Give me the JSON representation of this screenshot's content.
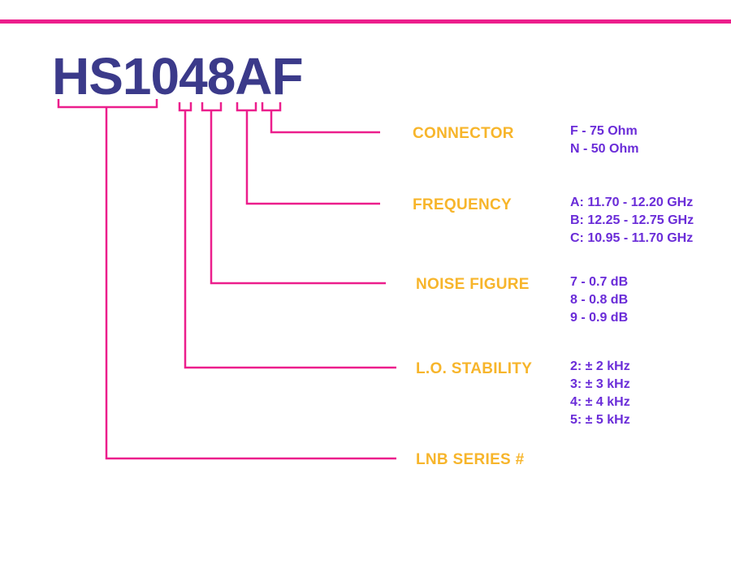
{
  "model_code": "HS1048AF",
  "fields": [
    {
      "label": "CONNECTOR",
      "options": [
        "F - 75 Ohm",
        "N - 50 Ohm"
      ]
    },
    {
      "label": "FREQUENCY",
      "options": [
        "A: 11.70 - 12.20 GHz",
        "B: 12.25 - 12.75 GHz",
        "C: 10.95 - 11.70 GHz"
      ]
    },
    {
      "label": "NOISE FIGURE",
      "options": [
        "7 - 0.7 dB",
        "8 - 0.8 dB",
        "9 - 0.9 dB"
      ]
    },
    {
      "label": "L.O. STABILITY",
      "options": [
        "2: ± 2 kHz",
        "3: ± 3 kHz",
        "4: ± 4 kHz",
        "5: ± 5 kHz"
      ]
    },
    {
      "label": "LNB SERIES #",
      "options": []
    }
  ],
  "colors": {
    "accent": "#ec1e8c",
    "title": "#3b3a8a",
    "label": "#f7b52b",
    "option": "#6a2cd8"
  }
}
